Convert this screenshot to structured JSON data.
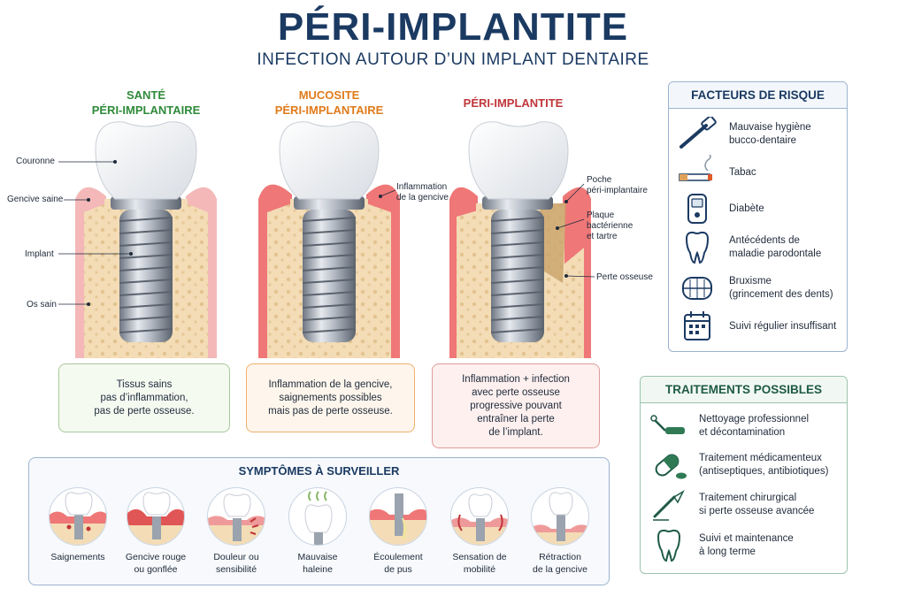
{
  "header": {
    "title": "PÉRI-IMPLANTITE",
    "subtitle": "INFECTION AUTOUR D’UN IMPLANT DENTAIRE"
  },
  "stages": [
    {
      "title_line1": "SANTÉ",
      "title_line2": "PÉRI-IMPLANTAIRE",
      "color": "#2f8a3a",
      "description": [
        "Tissus sains",
        "pas d’inflammation,",
        "pas de perte osseuse."
      ]
    },
    {
      "title_line1": "MUCOSITE",
      "title_line2": "PÉRI-IMPLANTAIRE",
      "color": "#e07b1b",
      "description": [
        "Inflammation de la gencive,",
        "saignements possibles",
        "mais pas de perte osseuse."
      ]
    },
    {
      "title_line1": "PÉRI-IMPLANTITE",
      "title_line2": "",
      "color": "#c0353a",
      "description": [
        "Inflammation + infection",
        "avec perte osseuse",
        "progressive pouvant",
        "entraîner la perte",
        "de l’implant."
      ]
    }
  ],
  "callouts": {
    "couronne": "Couronne",
    "gencive_saine": "Gencive saine",
    "implant": "Implant",
    "os_sain": "Os sain",
    "inflammation_1": "Inflammation",
    "inflammation_2": "de la gencive",
    "poche_1": "Poche",
    "poche_2": "péri-implantaire",
    "plaque_1": "Plaque",
    "plaque_2": "bactérienne",
    "plaque_3": "et tartre",
    "perte_osseuse": "Perte osseuse"
  },
  "risk_factors": {
    "title": "FACTEURS DE RISQUE",
    "items": [
      {
        "icon": "toothbrush-icon",
        "line1": "Mauvaise hygiène",
        "line2": "bucco-dentaire"
      },
      {
        "icon": "cigarette-icon",
        "line1": "Tabac",
        "line2": ""
      },
      {
        "icon": "glucometer-icon",
        "line1": "Diabète",
        "line2": ""
      },
      {
        "icon": "tooth-icon",
        "line1": "Antécédents de",
        "line2": "maladie parodontale"
      },
      {
        "icon": "teeth-grinding-icon",
        "line1": "Bruxisme",
        "line2": "(grincement des dents)"
      },
      {
        "icon": "calendar-icon",
        "line1": "Suivi régulier insuffisant",
        "line2": ""
      }
    ]
  },
  "treatments": {
    "title": "TRAITEMENTS POSSIBLES",
    "items": [
      {
        "icon": "dental-instrument-icon",
        "line1": "Nettoyage professionnel",
        "line2": "et décontamination"
      },
      {
        "icon": "pill-icon",
        "line1": "Traitement médicamenteux",
        "line2": "(antiseptiques, antibiotiques)"
      },
      {
        "icon": "scalpel-icon",
        "line1": "Traitement chirurgical",
        "line2": "si perte osseuse avancée"
      },
      {
        "icon": "tooth-outline-icon",
        "line1": "Suivi et maintenance",
        "line2": "à long terme"
      }
    ]
  },
  "symptoms": {
    "title": "SYMPTÔMES À SURVEILLER",
    "items": [
      {
        "line1": "Saignements",
        "line2": ""
      },
      {
        "line1": "Gencive rouge",
        "line2": "ou gonflée"
      },
      {
        "line1": "Douleur ou",
        "line2": "sensibilité"
      },
      {
        "line1": "Mauvaise",
        "line2": "haleine"
      },
      {
        "line1": "Écoulement",
        "line2": "de pus"
      },
      {
        "line1": "Sensation de",
        "line2": "mobilité"
      },
      {
        "line1": "Rétraction",
        "line2": "de la gencive"
      }
    ]
  },
  "colors": {
    "navy": "#1b3a62",
    "green": "#2f8a3a",
    "orange": "#e07b1b",
    "red": "#c0353a",
    "gum": "#ef9a9a",
    "bone": "#f3dcb6"
  }
}
